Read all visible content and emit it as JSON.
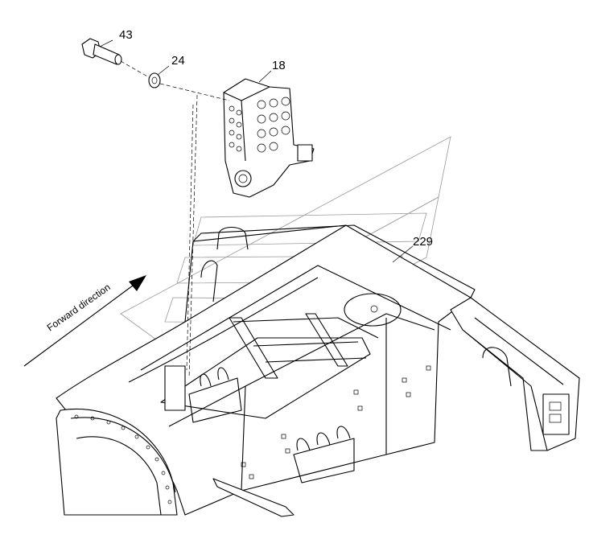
{
  "callouts": {
    "bolt": "43",
    "washer": "24",
    "valve_block": "18",
    "frame": "229"
  },
  "direction_label": "Forward direction"
}
